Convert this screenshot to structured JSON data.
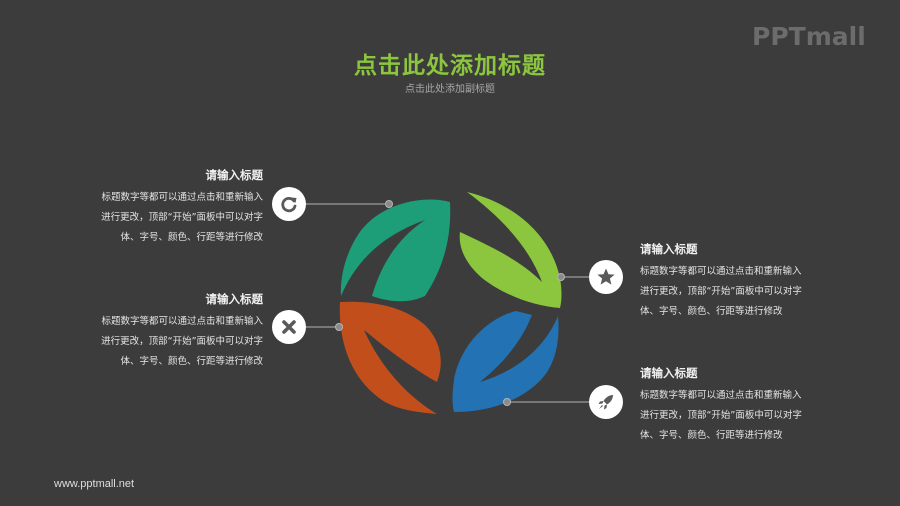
{
  "header": {
    "title": "点击此处添加标题",
    "subtitle": "点击此处添加副标题",
    "logo": "PPTmall"
  },
  "footer": {
    "url": "www.pptmall.net"
  },
  "colors": {
    "background": "#3c3c3c",
    "title": "#8cc63f",
    "leaf_teal": "#1d9e78",
    "leaf_green": "#8cc63f",
    "leaf_orange": "#c24e1c",
    "leaf_blue": "#2272b4",
    "icon_fill": "#5a5a5a"
  },
  "items": [
    {
      "title": "请输入标题",
      "body": [
        "标题数字等都可以通过点击和重新输入",
        "进行更改，顶部“开始”面板中可以对字",
        "体、字号、颜色、行距等进行修改"
      ],
      "icon": "refresh-icon",
      "leaf": "teal",
      "side": "left"
    },
    {
      "title": "请输入标题",
      "body": [
        "标题数字等都可以通过点击和重新输入",
        "进行更改，顶部“开始”面板中可以对字",
        "体、字号、颜色、行距等进行修改"
      ],
      "icon": "star-icon",
      "leaf": "green",
      "side": "right"
    },
    {
      "title": "请输入标题",
      "body": [
        "标题数字等都可以通过点击和重新输入",
        "进行更改，顶部“开始”面板中可以对字",
        "体、字号、颜色、行距等进行修改"
      ],
      "icon": "close-icon",
      "leaf": "orange",
      "side": "left"
    },
    {
      "title": "请输入标题",
      "body": [
        "标题数字等都可以通过点击和重新输入",
        "进行更改，顶部“开始”面板中可以对字",
        "体、字号、颜色、行距等进行修改"
      ],
      "icon": "rocket-icon",
      "leaf": "blue",
      "side": "right"
    }
  ]
}
